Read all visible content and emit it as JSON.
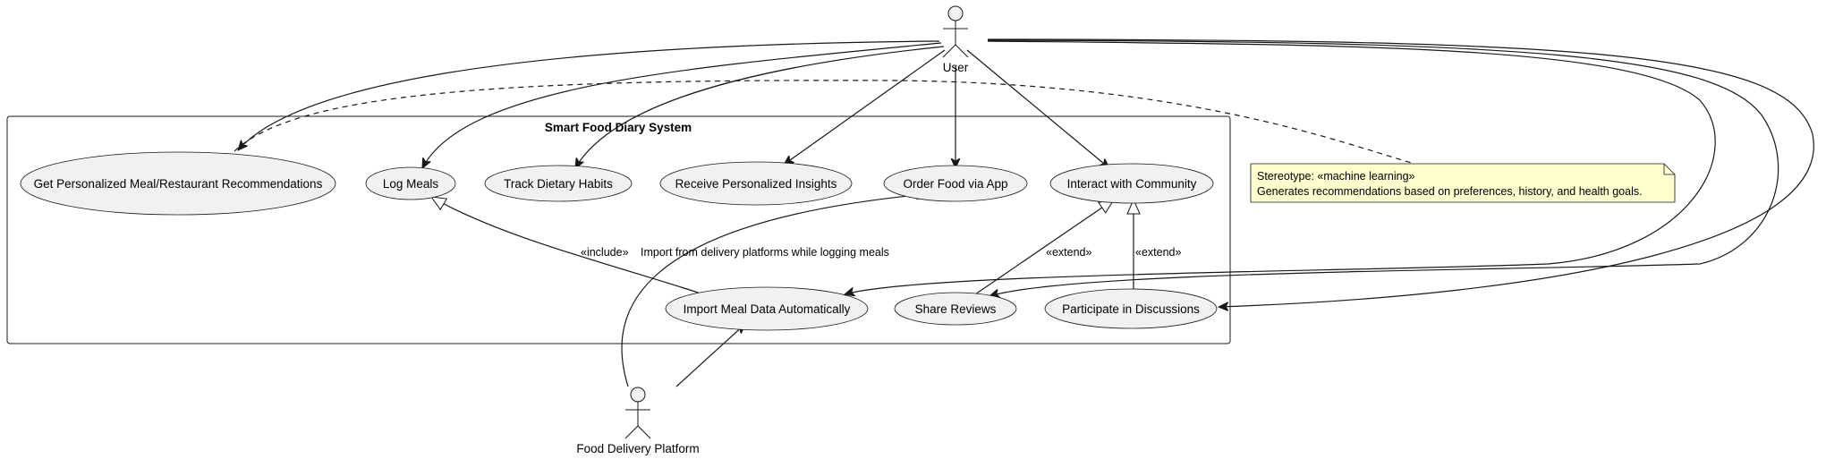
{
  "system": {
    "title": "Smart Food Diary System"
  },
  "actors": {
    "user": "User",
    "platform": "Food Delivery Platform"
  },
  "use_cases": {
    "recommendations": "Get Personalized Meal/Restaurant Recommendations",
    "log_meals": "Log Meals",
    "track_habits": "Track Dietary Habits",
    "insights": "Receive Personalized Insights",
    "order_food": "Order Food via App",
    "community": "Interact with Community",
    "import_data": "Import Meal Data Automatically",
    "share_reviews": "Share Reviews",
    "discussions": "Participate in Discussions"
  },
  "relations": {
    "include": "«include»",
    "import_note": "Import from delivery platforms while logging meals",
    "extend_reviews": "«extend»",
    "extend_discussions": "«extend»"
  },
  "note": {
    "line1": "Stereotype: «machine learning»",
    "line2": "Generates recommendations based on preferences, history, and health goals."
  }
}
